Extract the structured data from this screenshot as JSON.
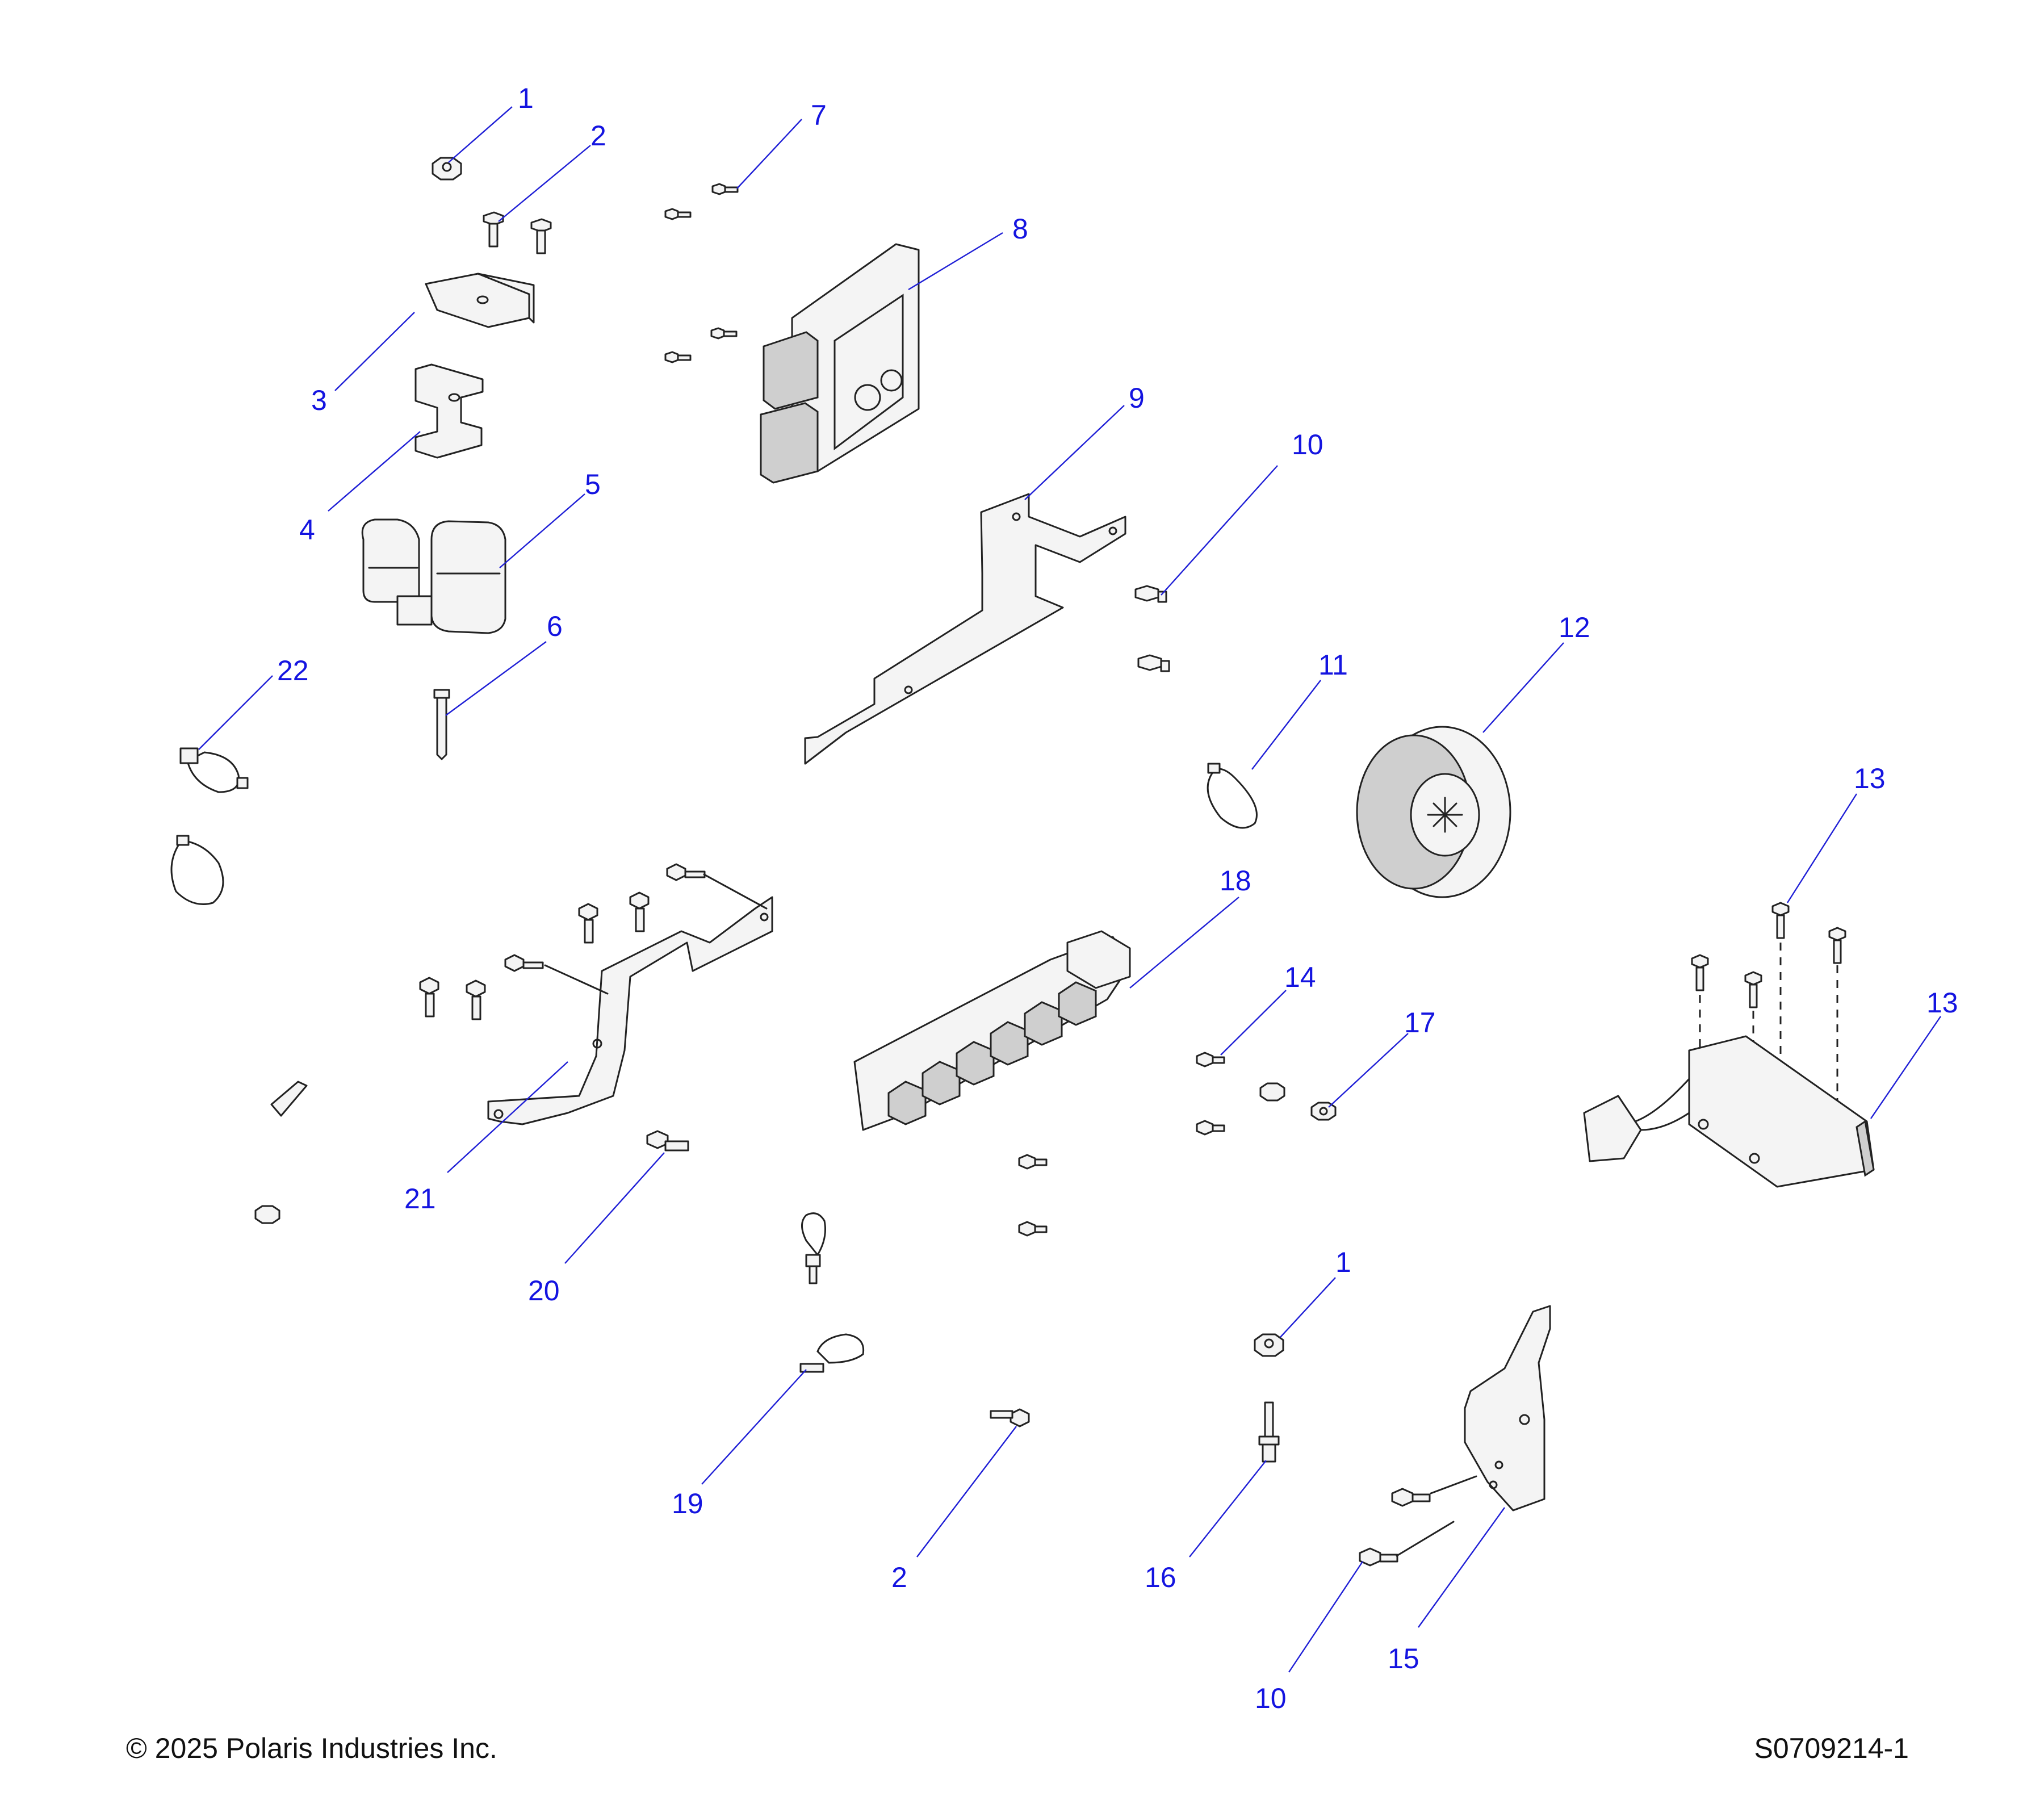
{
  "callouts": [
    {
      "id": "c1a",
      "label": "1"
    },
    {
      "id": "c2a",
      "label": "2"
    },
    {
      "id": "c3",
      "label": "3"
    },
    {
      "id": "c4",
      "label": "4"
    },
    {
      "id": "c5",
      "label": "5"
    },
    {
      "id": "c6",
      "label": "6"
    },
    {
      "id": "c7",
      "label": "7"
    },
    {
      "id": "c8",
      "label": "8"
    },
    {
      "id": "c9",
      "label": "9"
    },
    {
      "id": "c10a",
      "label": "10"
    },
    {
      "id": "c11",
      "label": "11"
    },
    {
      "id": "c12",
      "label": "12"
    },
    {
      "id": "c13a",
      "label": "13"
    },
    {
      "id": "c13b",
      "label": "13"
    },
    {
      "id": "c14",
      "label": "14"
    },
    {
      "id": "c17",
      "label": "17"
    },
    {
      "id": "c18",
      "label": "18"
    },
    {
      "id": "c22",
      "label": "22"
    },
    {
      "id": "c21",
      "label": "21"
    },
    {
      "id": "c20",
      "label": "20"
    },
    {
      "id": "c1b",
      "label": "1"
    },
    {
      "id": "c19",
      "label": "19"
    },
    {
      "id": "c2b",
      "label": "2"
    },
    {
      "id": "c16",
      "label": "16"
    },
    {
      "id": "c10b",
      "label": "10"
    },
    {
      "id": "c15",
      "label": "15"
    }
  ],
  "footer": {
    "copyright": "© 2025 Polaris Industries Inc.",
    "drawing_number": "S0709214-1"
  },
  "colors": {
    "callout": "#1414e0",
    "leader": "#1f1fd6",
    "line_art": "#222222"
  }
}
